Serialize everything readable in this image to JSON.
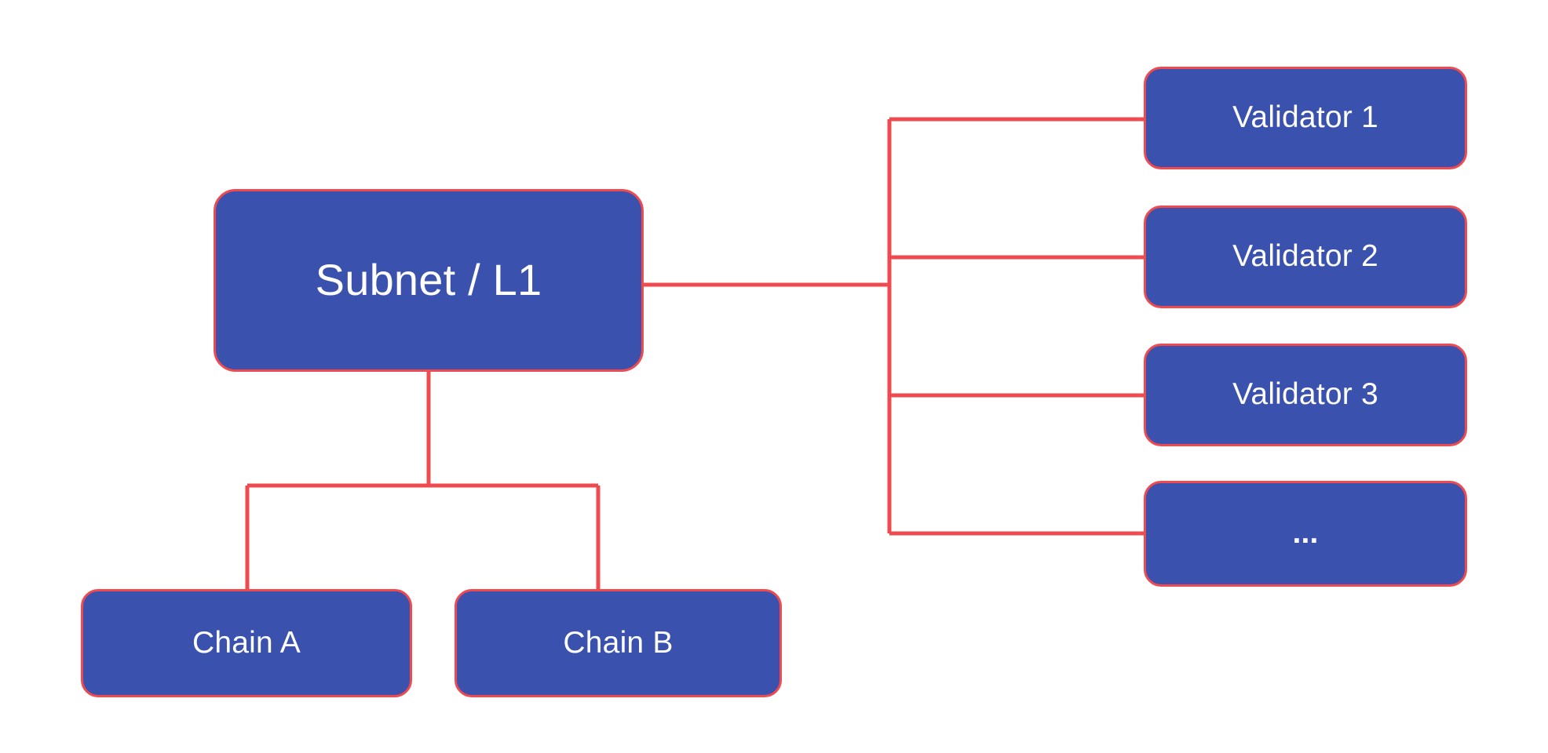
{
  "diagram": {
    "title": "Subnet / L1 architecture diagram",
    "background_color": "#ffffff",
    "node_fill_color": "#3a51ad",
    "node_border_color": "#ef4a4f",
    "node_text_color": "#ffffff",
    "edge_color": "#ef4a4f",
    "edge_width": 5
  },
  "nodes": {
    "root": {
      "label": "Subnet / L1"
    },
    "chain_a": {
      "label": "Chain A"
    },
    "chain_b": {
      "label": "Chain B"
    },
    "validator_1": {
      "label": "Validator 1"
    },
    "validator_2": {
      "label": "Validator 2"
    },
    "validator_3": {
      "label": "Validator 3"
    },
    "validator_more": {
      "label": "..."
    }
  },
  "edges": [
    {
      "name": "root-to-validator-bus",
      "from": "root",
      "to": "validator-trunk"
    },
    {
      "name": "trunk-to-validator-1",
      "from": "validator-trunk",
      "to": "validator_1"
    },
    {
      "name": "trunk-to-validator-2",
      "from": "validator-trunk",
      "to": "validator_2"
    },
    {
      "name": "trunk-to-validator-3",
      "from": "validator-trunk",
      "to": "validator_3"
    },
    {
      "name": "trunk-to-validator-more",
      "from": "validator-trunk",
      "to": "validator_more"
    },
    {
      "name": "root-to-chain-bus",
      "from": "root",
      "to": "chain-bus"
    },
    {
      "name": "chain-bus-to-chain-a",
      "from": "chain-bus",
      "to": "chain_a"
    },
    {
      "name": "chain-bus-to-chain-b",
      "from": "chain-bus",
      "to": "chain_b"
    }
  ]
}
